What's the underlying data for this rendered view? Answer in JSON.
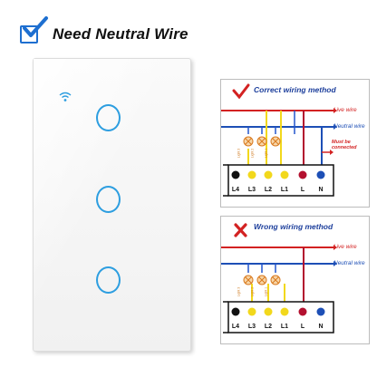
{
  "header": {
    "title": "Need Neutral Wire",
    "check_icon": "check-icon",
    "accent_color": "#1e6fd0"
  },
  "panel": {
    "wifi_icon": "wifi-icon",
    "button_color": "#2d9ee0",
    "buttons": [
      "touch-button-1",
      "touch-button-2",
      "touch-button-3"
    ]
  },
  "correct_diagram": {
    "title": "Correct wiring method",
    "status_icon": "check-icon",
    "live_label": "Live wire",
    "neutral_label": "Neutral wire",
    "note": "Must be connected",
    "terminals": [
      "L4",
      "L3",
      "L2",
      "L1",
      "L",
      "N"
    ],
    "lights": [
      "Light 3",
      "Light 2",
      "Light 1"
    ]
  },
  "wrong_diagram": {
    "title": "Wrong wiring method",
    "status_icon": "cross-icon",
    "live_label": "Live wire",
    "neutral_label": "Neutral wire",
    "terminals": [
      "L4",
      "L3",
      "L2",
      "L1",
      "L",
      "N"
    ],
    "lights": [
      "Light 3",
      "Light 2",
      "Light 1"
    ]
  },
  "colors": {
    "live": "#d32222",
    "neutral": "#1d4fb6",
    "terminal_l4": "#111111",
    "terminal_light": "#f2d81c",
    "terminal_live": "#b3102f",
    "terminal_neutral": "#1d4fb6"
  }
}
